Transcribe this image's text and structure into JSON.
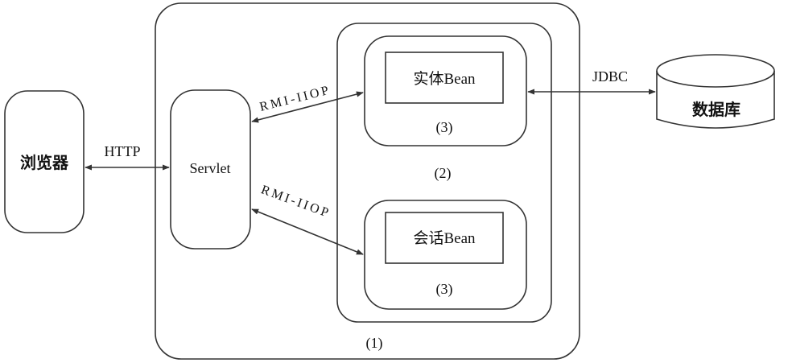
{
  "nodes": {
    "browser": "浏览器",
    "servlet": "Servlet",
    "entity_bean": "实体Bean",
    "session_bean": "会话Bean",
    "database": "数据库",
    "outer_container_label": "(1)",
    "ejb_container_label": "(2)",
    "entity_container_label": "(3)",
    "session_container_label": "(3)"
  },
  "edges": {
    "browser_servlet": "HTTP",
    "servlet_entity": "RMI-IIOP",
    "servlet_session": "RMI-IIOP",
    "entity_database": "JDBC"
  }
}
